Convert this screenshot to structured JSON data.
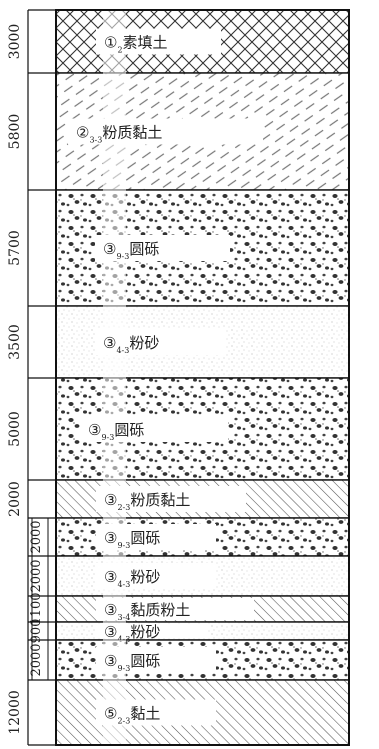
{
  "layers": [
    {
      "id": "1",
      "thickness_mm": "3000",
      "symbol": "①",
      "sub": "2",
      "name": "素填土",
      "pattern": "cross"
    },
    {
      "id": "2",
      "thickness_mm": "5800",
      "symbol": "②",
      "sub": "3-3",
      "name": "粉质黏土",
      "pattern": "dash"
    },
    {
      "id": "3",
      "thickness_mm": "5700",
      "symbol": "③",
      "sub": "9-3",
      "name": "圆砾",
      "pattern": "gravel"
    },
    {
      "id": "4",
      "thickness_mm": "3500",
      "symbol": "③",
      "sub": "4-3",
      "name": "粉砂",
      "pattern": "sand"
    },
    {
      "id": "5",
      "thickness_mm": "5000",
      "symbol": "③",
      "sub": "9-3",
      "name": "圆砾",
      "pattern": "gravel"
    },
    {
      "id": "6",
      "thickness_mm": "2000",
      "symbol": "③",
      "sub": "2-3",
      "name": "粉质黏土",
      "pattern": "hatch"
    },
    {
      "id": "7",
      "thickness_mm": "2000",
      "symbol": "③",
      "sub": "9-3",
      "name": "圆砾",
      "pattern": "gravel"
    },
    {
      "id": "8",
      "thickness_mm": "2000",
      "symbol": "③",
      "sub": "4-3",
      "name": "粉砂",
      "pattern": "sand"
    },
    {
      "id": "9",
      "thickness_mm": "1100",
      "symbol": "③",
      "sub": "3-4",
      "name": "黏质粉土",
      "pattern": "hatch"
    },
    {
      "id": "10",
      "thickness_mm": "900",
      "symbol": "③",
      "sub": "4-3",
      "name": "粉砂",
      "pattern": "sand"
    },
    {
      "id": "11",
      "thickness_mm": "2000",
      "symbol": "③",
      "sub": "9-3",
      "name": "圆砾",
      "pattern": "gravel"
    },
    {
      "id": "12",
      "thickness_mm": "12000",
      "symbol": "⑤",
      "sub": "2-3",
      "name": "黏土",
      "pattern": "hatch"
    }
  ]
}
